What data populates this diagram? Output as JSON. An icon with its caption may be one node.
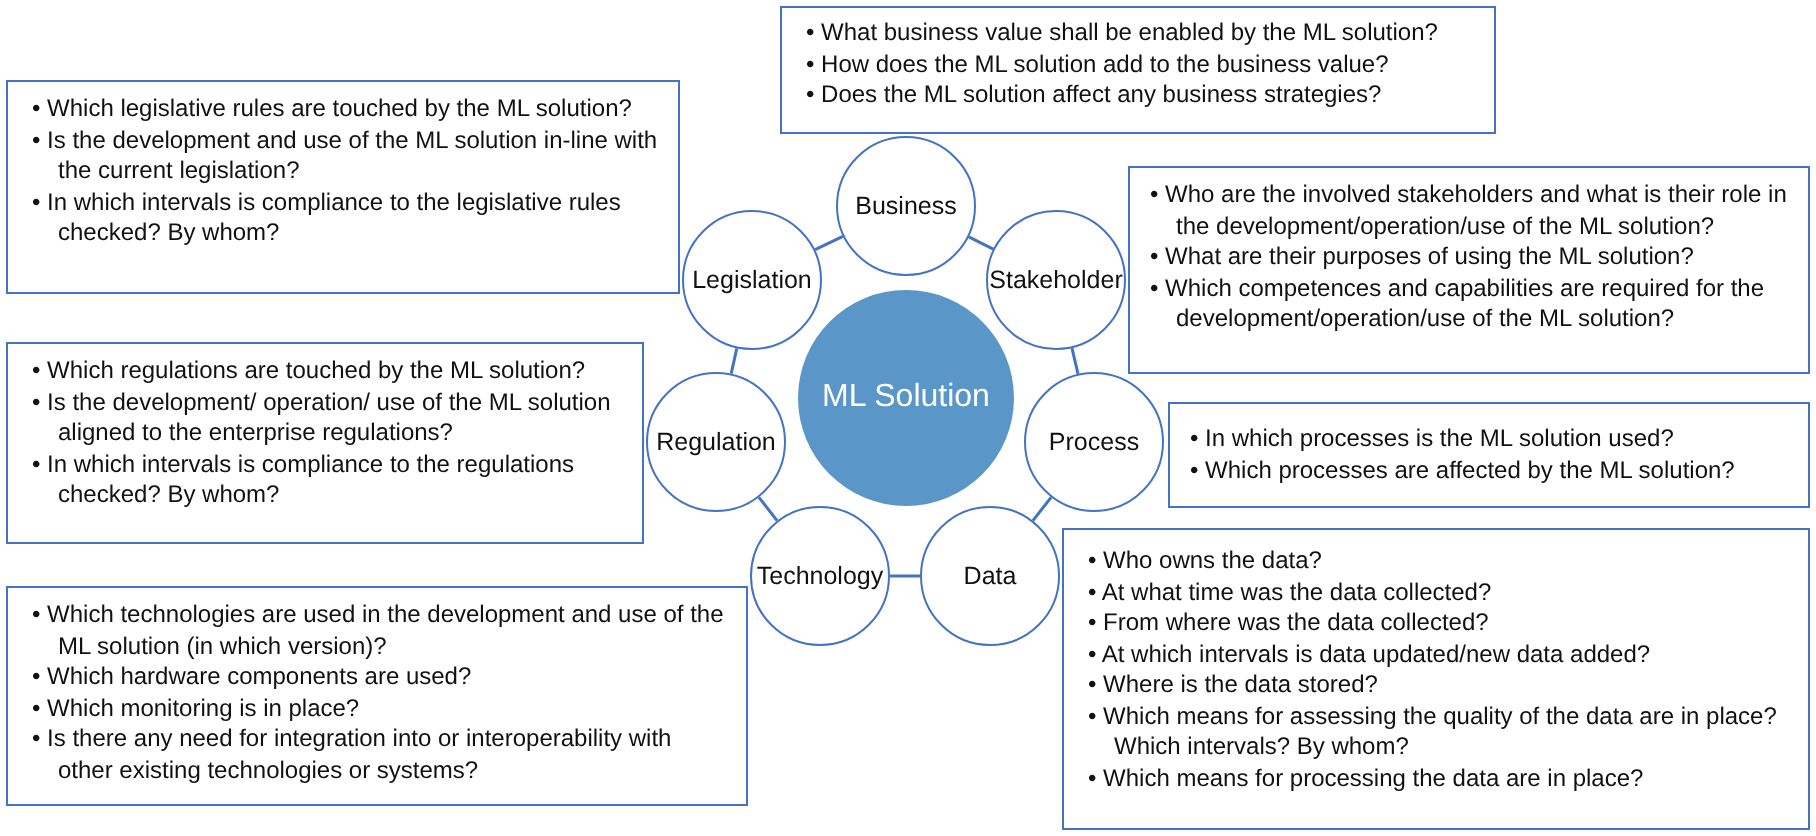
{
  "diagram": {
    "nodes": [
      {
        "text": [
          "ML Solution"
        ]
      },
      {
        "text": [
          "Business"
        ]
      },
      {
        "text": [
          "Stakeholder"
        ]
      },
      {
        "text": [
          "Process"
        ]
      },
      {
        "text": [
          "Data"
        ]
      },
      {
        "text": [
          "Technology"
        ]
      },
      {
        "text": [
          "Regulation"
        ]
      },
      {
        "text": [
          "Legislation"
        ]
      },
      {
        "text": [
          "• What business value shall be enabled by the ML solution?",
          "• How does the ML solution add to the business value?",
          "• Does the ML solution affect any business strategies?"
        ]
      },
      {
        "text": [
          "• Which legislative rules are touched by the ML solution?",
          "• Is the development and use of the ML solution in-line with the current legislation?",
          "• In which intervals is compliance to the legislative rules checked? By whom?"
        ]
      },
      {
        "text": [
          "• Who are the involved stakeholders and what is their role in the development/operation/use of the ML solution?",
          "• What are their purposes of using the ML solution?",
          "• Which competences and capabilities are required for the development/operation/use of the ML solution?"
        ]
      },
      {
        "text": [
          "• Which regulations are touched by the ML solution?",
          "• Is the development/ operation/ use of the ML solution aligned to the enterprise regulations?",
          "• In which intervals is compliance to the regulations checked? By whom?"
        ]
      },
      {
        "text": [
          "• In which processes is the ML solution used?",
          "• Which processes are affected by the ML solution?"
        ]
      },
      {
        "text": [
          "• Which technologies are used in the development and use of the ML solution (in which version)?",
          "• Which hardware components are used?",
          "• Which monitoring is in place?",
          "• Is there any need for integration into or interoperability with other existing technologies or systems?"
        ]
      },
      {
        "text": [
          "• Who owns the data?",
          "• At what time was the data collected?",
          "• From where was the data collected?",
          "• At which intervals is data updated/new data added?",
          "• Where is the data stored?",
          "• Which means for assessing the quality of the data are in place? Which intervals? By whom?",
          "• Which means for processing the data are in place?"
        ]
      }
    ],
    "edges": [
      {
        "from": 1,
        "to": 2,
        "arrow": "none"
      },
      {
        "from": 2,
        "to": 3,
        "arrow": "none"
      },
      {
        "from": 3,
        "to": 4,
        "arrow": "none"
      },
      {
        "from": 4,
        "to": 5,
        "arrow": "none"
      },
      {
        "from": 5,
        "to": 6,
        "arrow": "none"
      },
      {
        "from": 6,
        "to": 7,
        "arrow": "none"
      },
      {
        "from": 7,
        "to": 1,
        "arrow": "none"
      }
    ]
  }
}
